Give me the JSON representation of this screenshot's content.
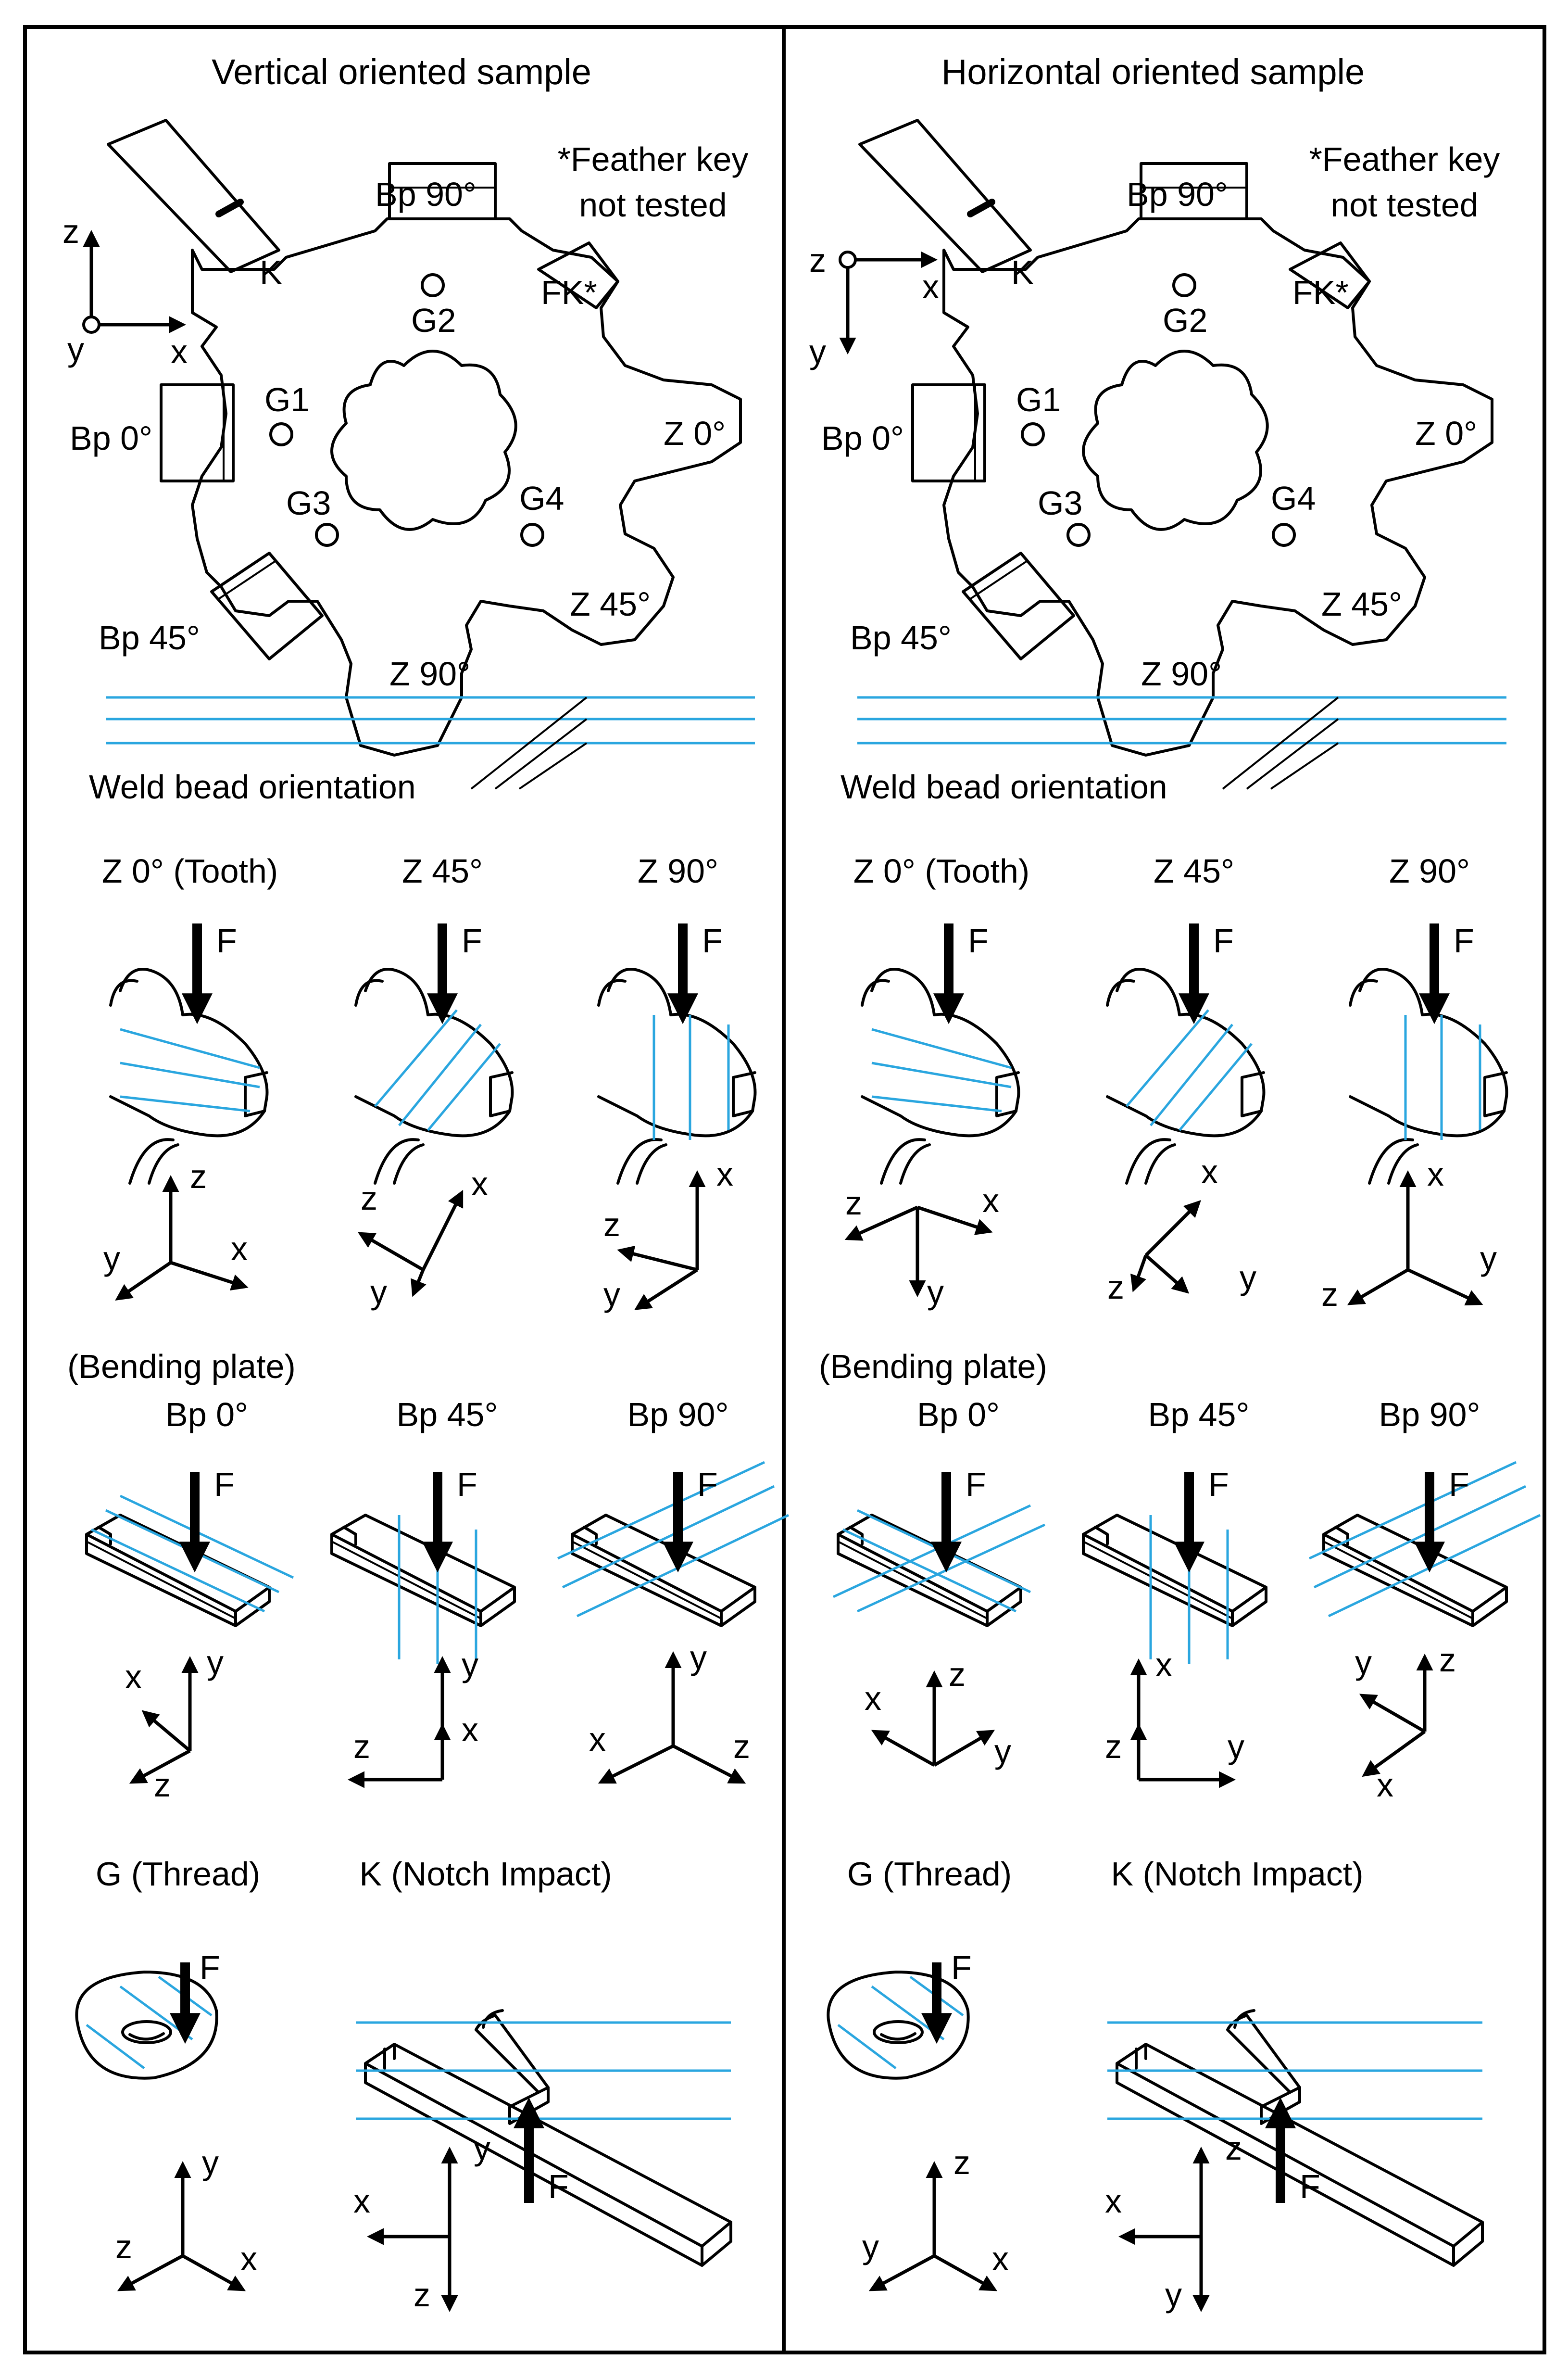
{
  "panels": [
    {
      "title": "Vertical oriented sample",
      "note_line1": "*Feather key",
      "note_line2": "not tested",
      "part_labels": {
        "k": "K",
        "bp90": "Bp 90°",
        "fk": "FK*",
        "g2": "G2",
        "g1": "G1",
        "bp0": "Bp 0°",
        "z0": "Z 0°",
        "g3": "G3",
        "g4": "G4",
        "z45": "Z 45°",
        "bp45": "Bp 45°",
        "z90": "Z 90°"
      },
      "main_axes": {
        "a": "z",
        "b": "x",
        "c": "y"
      },
      "weld_label": "Weld bead orientation",
      "tooth_titles": [
        "Z 0° (Tooth)",
        "Z 45°",
        "Z 90°"
      ],
      "tooth_axes": [
        [
          "z",
          "x",
          "y"
        ],
        [
          "x",
          "z",
          "y"
        ],
        [
          "x",
          "z",
          "y"
        ]
      ],
      "bending_header": "(Bending plate)",
      "bp_titles": [
        "Bp 0°",
        "Bp 45°",
        "Bp 90°"
      ],
      "bp_axes": [
        [
          "y",
          "x",
          "z"
        ],
        [
          "y",
          "x",
          "z"
        ],
        [
          "y",
          "x",
          "z"
        ]
      ],
      "g_title": "G (Thread)",
      "k_title": "K (Notch Impact)",
      "g_axes": [
        "y",
        "z",
        "x"
      ],
      "k_axes": [
        "y",
        "x",
        "z"
      ],
      "force": "F"
    },
    {
      "title": "Horizontal oriented sample",
      "note_line1": "*Feather key",
      "note_line2": "not tested",
      "part_labels": {
        "k": "K",
        "bp90": "Bp 90°",
        "fk": "FK*",
        "g2": "G2",
        "g1": "G1",
        "bp0": "Bp 0°",
        "z0": "Z 0°",
        "g3": "G3",
        "g4": "G4",
        "z45": "Z 45°",
        "bp45": "Bp 45°",
        "z90": "Z 90°"
      },
      "main_axes": {
        "a": "z",
        "b": "x",
        "c": "y"
      },
      "weld_label": "Weld bead orientation",
      "tooth_titles": [
        "Z 0° (Tooth)",
        "Z 45°",
        "Z 90°"
      ],
      "tooth_axes": [
        [
          "z",
          "x",
          "y"
        ],
        [
          "x",
          "z",
          "y"
        ],
        [
          "x",
          "z",
          "y"
        ]
      ],
      "bending_header": "(Bending plate)",
      "bp_titles": [
        "Bp 0°",
        "Bp 45°",
        "Bp 90°"
      ],
      "bp_axes": [
        [
          "x",
          "z",
          "y"
        ],
        [
          "x",
          "z",
          "y"
        ],
        [
          "y",
          "z",
          "x"
        ]
      ],
      "g_title": "G (Thread)",
      "k_title": "K (Notch Impact)",
      "g_axes": [
        "z",
        "y",
        "x"
      ],
      "k_axes": [
        "z",
        "x",
        "y"
      ],
      "force": "F"
    }
  ],
  "colors": {
    "weld_lines": "#2aa6df",
    "ink": "#000000",
    "background": "#ffffff"
  }
}
